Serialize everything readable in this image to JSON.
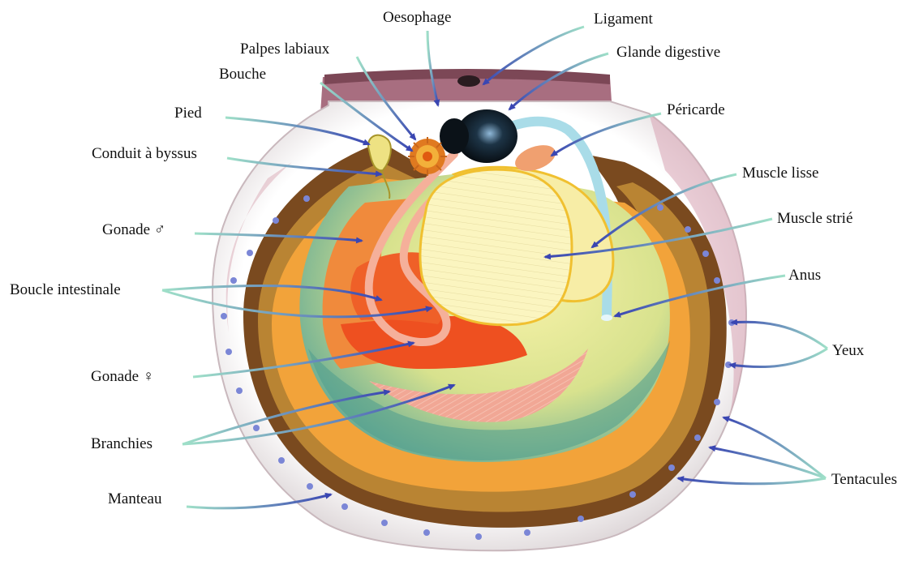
{
  "labels": {
    "oesophage": "Oesophage",
    "ligament": "Ligament",
    "palpes": "Palpes labiaux",
    "glande": "Glande digestive",
    "bouche": "Bouche",
    "pied": "Pied",
    "pericarde": "Péricarde",
    "byssus": "Conduit à byssus",
    "muscle_lisse": "Muscle lisse",
    "gonade_male": "Gonade ♂",
    "muscle_strie": "Muscle strié",
    "boucle": "Boucle intestinale",
    "anus": "Anus",
    "yeux": "Yeux",
    "gonade_femelle": "Gonade ♀",
    "branchies": "Branchies",
    "tentacules": "Tentacules",
    "manteau": "Manteau"
  },
  "colors": {
    "shell": "#f2eeee",
    "shell_pink": "#b07a8a",
    "mantle_brown": "#7a4a1f",
    "mantle_tan": "#c7953d",
    "orange_zone": "#f2a33a",
    "yellow_body": "#f3ea8c",
    "teal_zone": "#5fa79a",
    "gonad_orange": "#f36a2a",
    "gill_pink": "#f2a89a",
    "muscle_cream": "#fbf4b4",
    "intestine": "#a9dce8",
    "digestive_gland": "#0f1a22",
    "eye_blue": "#7b86d6",
    "arrow_start": "#8fd6c2",
    "arrow_end": "#3a4ab0"
  }
}
